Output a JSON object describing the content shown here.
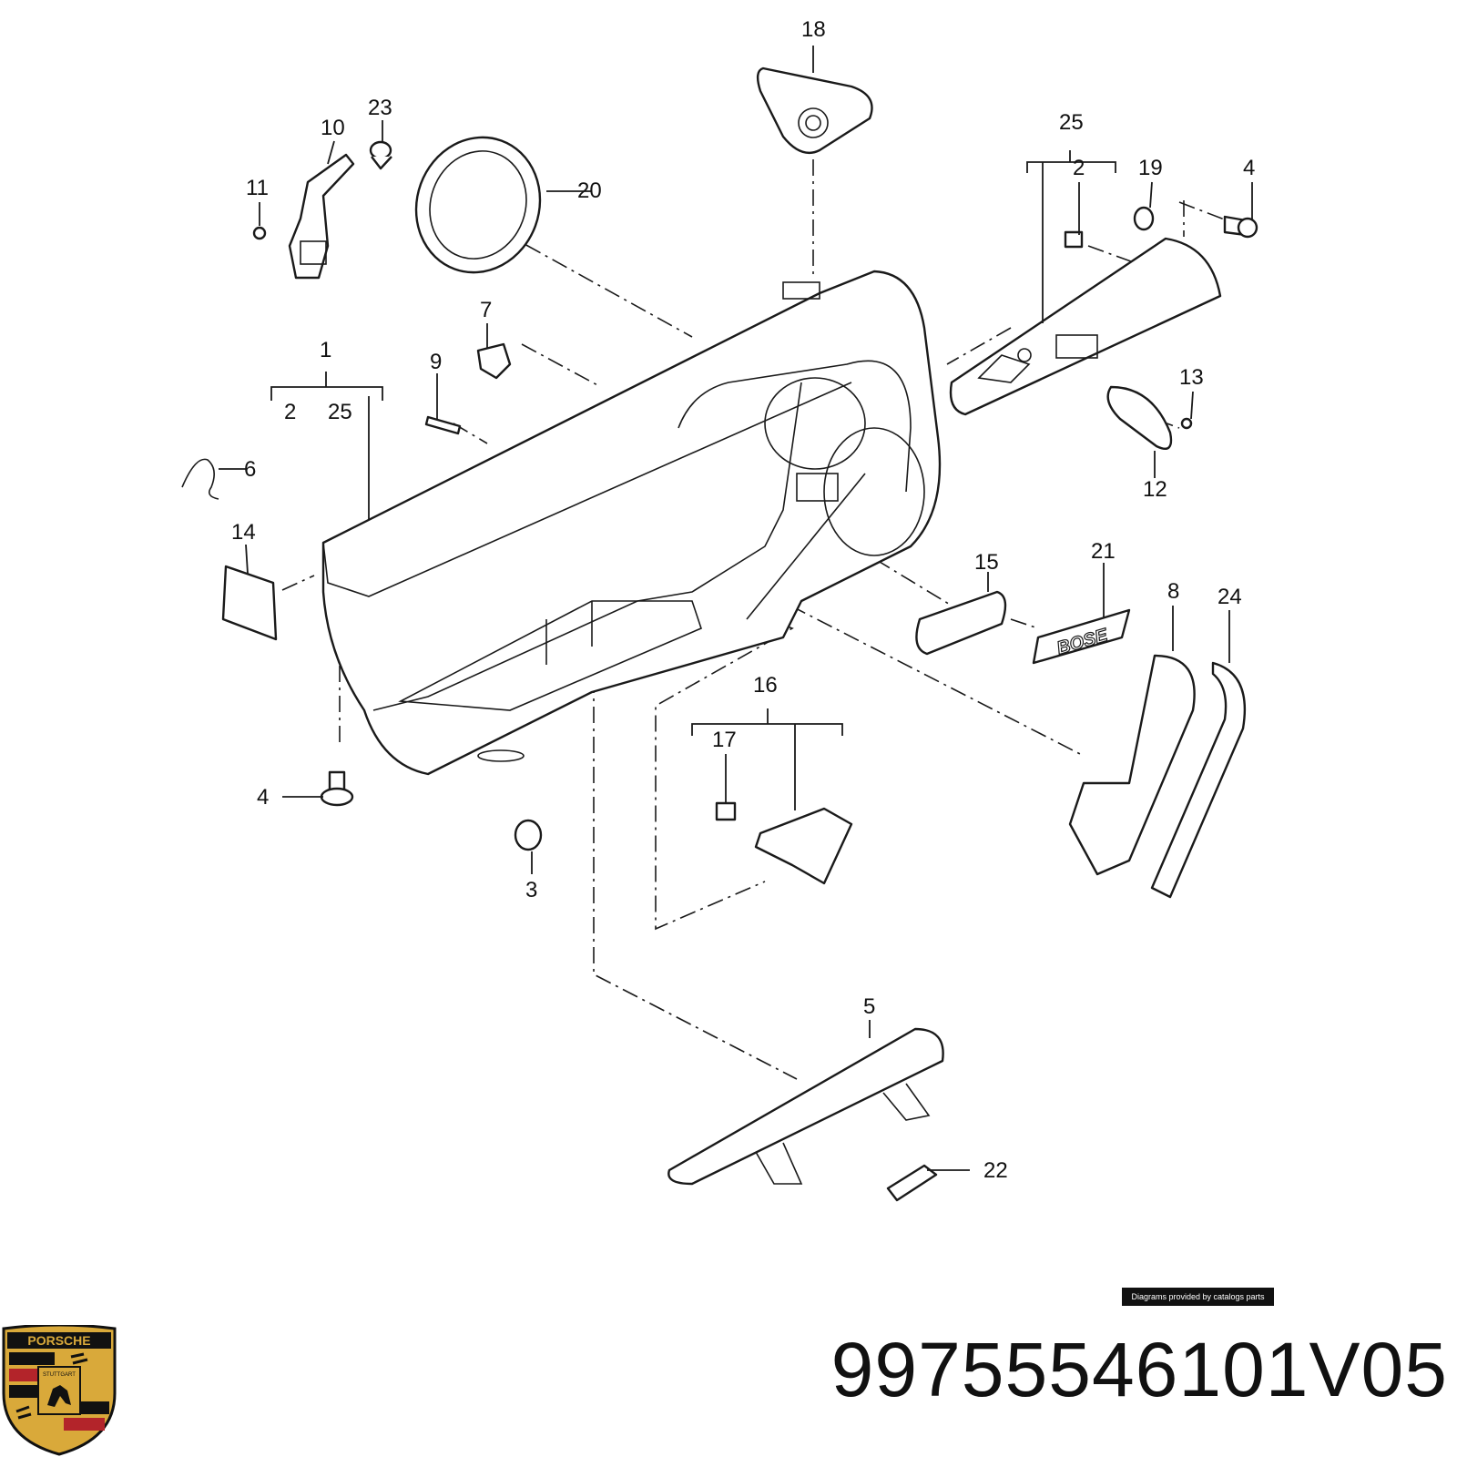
{
  "diagram": {
    "callouts": [
      {
        "id": "c18",
        "text": "18"
      },
      {
        "id": "c23",
        "text": "23"
      },
      {
        "id": "c10",
        "text": "10"
      },
      {
        "id": "c20",
        "text": "20"
      },
      {
        "id": "c11",
        "text": "11"
      },
      {
        "id": "c25a",
        "text": "25"
      },
      {
        "id": "c2a",
        "text": "2"
      },
      {
        "id": "c19",
        "text": "19"
      },
      {
        "id": "c4a",
        "text": "4"
      },
      {
        "id": "c7",
        "text": "7"
      },
      {
        "id": "c1",
        "text": "1"
      },
      {
        "id": "c9",
        "text": "9"
      },
      {
        "id": "c2b",
        "text": "2"
      },
      {
        "id": "c25b",
        "text": "25"
      },
      {
        "id": "c13",
        "text": "13"
      },
      {
        "id": "c6",
        "text": "6"
      },
      {
        "id": "c12",
        "text": "12"
      },
      {
        "id": "c14",
        "text": "14"
      },
      {
        "id": "c15",
        "text": "15"
      },
      {
        "id": "c21",
        "text": "21"
      },
      {
        "id": "c8",
        "text": "8"
      },
      {
        "id": "c24",
        "text": "24"
      },
      {
        "id": "c16",
        "text": "16"
      },
      {
        "id": "c17",
        "text": "17"
      },
      {
        "id": "c4b",
        "text": "4"
      },
      {
        "id": "c3",
        "text": "3"
      },
      {
        "id": "c5",
        "text": "5"
      },
      {
        "id": "c22",
        "text": "22"
      }
    ],
    "badge_text": "BOSE"
  },
  "footer": {
    "credit": "Diagrams provided by catalogs parts",
    "part_number": "99755546101V05"
  },
  "logo": {
    "brand": "PORSCHE",
    "city": "STUTTGART",
    "colors": {
      "gold": "#d9a93a",
      "red": "#b3242a",
      "black": "#111111"
    }
  }
}
